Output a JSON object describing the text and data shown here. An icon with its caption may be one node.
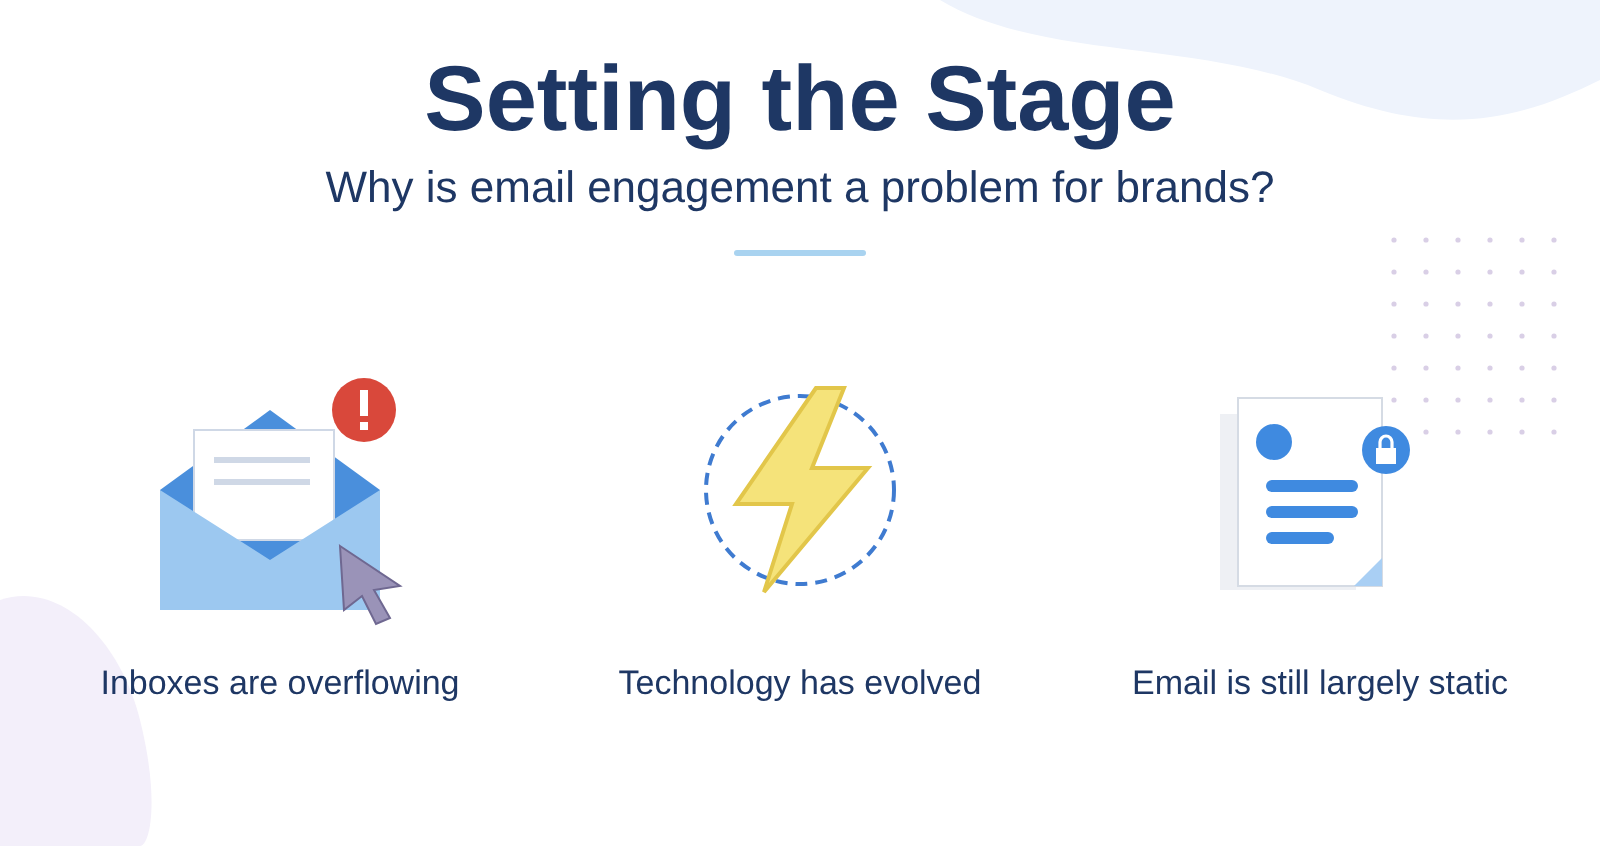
{
  "diagram": {
    "title": "Setting the Stage",
    "labels": [
      "Why is email engagement a problem for brands?",
      "Inboxes are overflowing",
      "Technology has evolved",
      "Email is still largely static"
    ]
  }
}
